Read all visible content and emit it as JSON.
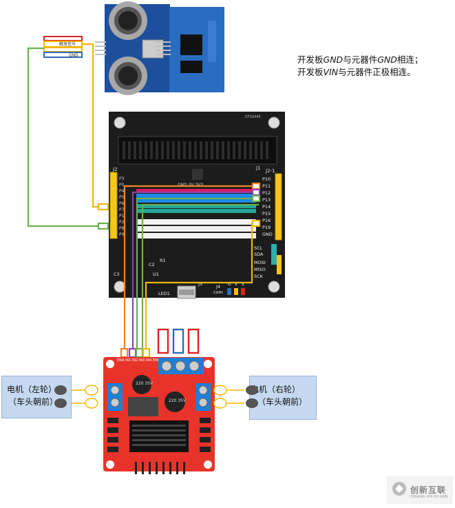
{
  "note": {
    "line1_a": "开发板",
    "line1_b": "GND",
    "line1_c": "与元器件",
    "line1_d": "GND",
    "line1_e": "相连；",
    "line2_a": "开发板",
    "line2_b": "VIN",
    "line2_c": "与元器件正极相连。"
  },
  "sensor_labels": {
    "signal": "触发信号",
    "gnd": "GND"
  },
  "board": {
    "top_code": "DT16445",
    "j1": "J1",
    "j2": "J2",
    "j2_1": "J2-1",
    "header_top": "GND 3V 3V3",
    "pins": [
      "P10",
      "P11",
      "P12",
      "P13",
      "P14",
      "P15",
      "P16",
      "P19",
      "GND"
    ],
    "left_pins": [
      "P3",
      "P0",
      "P4",
      "P5",
      "P6",
      "P7",
      "P1",
      "P2",
      "P8",
      "P9"
    ],
    "spi": [
      "SCL",
      "SDA",
      "MOSI",
      "MISO",
      "SCK"
    ],
    "parts": [
      "C2",
      "R1",
      "C3",
      "U1",
      "LED1",
      "J4",
      "J5",
      "com"
    ],
    "jumper_letters": [
      "G",
      "V",
      "S"
    ]
  },
  "driver": {
    "pin_labels": "ENA IN1 IN2 IN3 IN4 ENB",
    "cap1": "220 35V",
    "cap2": "220 35V"
  },
  "motor_left": {
    "line1": "电机（左轮）",
    "line2": "（车头朝前）"
  },
  "motor_right": {
    "line1": "电机（右轮）",
    "line2": "（车头朝前）"
  },
  "watermark": {
    "name": "创新互联",
    "sub": "CHUANG XIN HU LIAN"
  },
  "colors": {
    "wire_red": "#e02020",
    "wire_yellow": "#f5b800",
    "wire_blue": "#2a6db5",
    "wire_green": "#6ab04c",
    "wire_orange": "#f0862a",
    "wire_purple": "#8e44ad",
    "board_bg": "#1c1c1c",
    "driver_red": "#e8332a",
    "motor_box": "#c6d9f1"
  }
}
